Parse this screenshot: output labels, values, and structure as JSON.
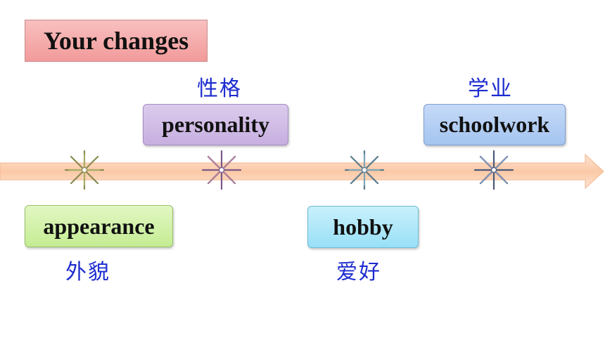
{
  "title": "Your changes",
  "items": {
    "personality": {
      "label": "personality",
      "chinese": "性格"
    },
    "schoolwork": {
      "label": "schoolwork",
      "chinese": "学业"
    },
    "appearance": {
      "label": "appearance",
      "chinese": "外貌"
    },
    "hobby": {
      "label": "hobby",
      "chinese": "爱好"
    }
  },
  "colors": {
    "title_bg": "#f4a6a6",
    "arrow": "#fbd3b5",
    "chinese_text": "#1d2ccf",
    "personality_bg": "#d2bde6",
    "schoolwork_bg": "#b3cdf3",
    "appearance_bg": "#d2f1a8",
    "hobby_bg": "#b0e8f9"
  },
  "icons": [
    "starburst-icon",
    "starburst-icon",
    "starburst-icon",
    "starburst-icon",
    "timeline-arrow-icon"
  ]
}
